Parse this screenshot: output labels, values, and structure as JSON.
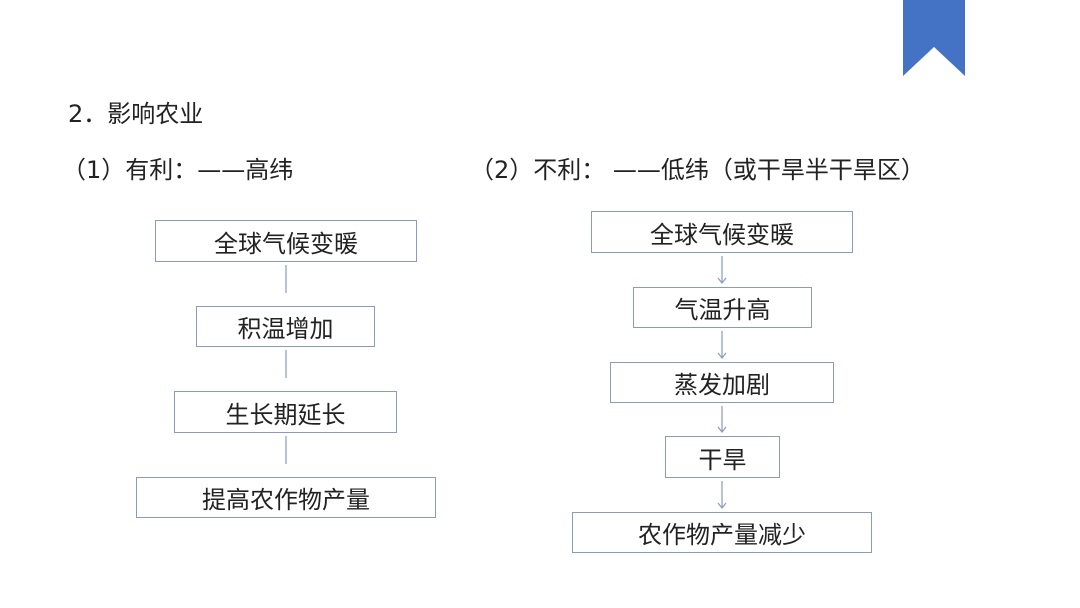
{
  "title": "2．影响农业",
  "left": {
    "heading": "（1）有利：——高纬",
    "steps": [
      "全球气候变暖",
      "积温增加",
      "生长期延长",
      "提高农作物产量"
    ]
  },
  "right": {
    "heading": "（2）不利： ——低纬（或干旱半干旱区）",
    "steps": [
      "全球气候变暖",
      "气温升高",
      "蒸发加剧",
      "干旱",
      "农作物产量减少"
    ]
  },
  "colors": {
    "accent": "#4472c4",
    "arrow": "#8a9bbd"
  }
}
